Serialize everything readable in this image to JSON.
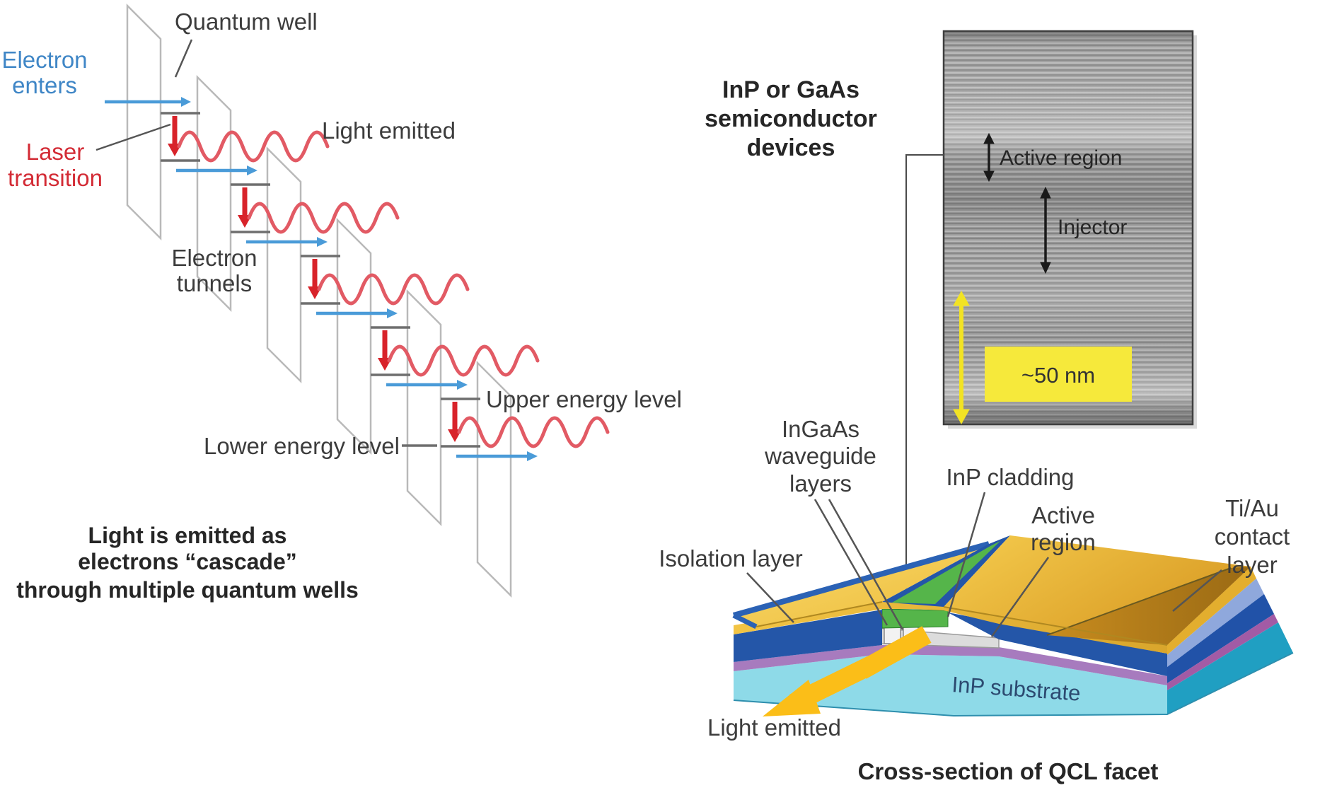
{
  "left_diagram": {
    "quantum_well": "Quantum well",
    "electron_enters_line1": "Electron",
    "electron_enters_line2": "enters",
    "laser_transition_line1": "Laser",
    "laser_transition_line2": "transition",
    "light_emitted": "Light emitted",
    "electron_tunnels_line1": "Electron",
    "electron_tunnels_line2": "tunnels",
    "upper_energy_level": "Upper energy level",
    "lower_energy_level": "Lower energy level",
    "caption_line1": "Light is emitted as",
    "caption_line2": "electrons “cascade”",
    "caption_line3": "through multiple quantum wells"
  },
  "right_diagram": {
    "heading_line1": "InP or GaAs",
    "heading_line2": "semiconductor",
    "heading_line3": "devices",
    "sem": {
      "active_region": "Active region",
      "injector": "Injector",
      "scale_label": "~50 nm"
    },
    "labels": {
      "ingaas_line1": "InGaAs",
      "ingaas_line2": "waveguide",
      "ingaas_line3": "layers",
      "isolation_layer": "Isolation layer",
      "inp_cladding": "InP cladding",
      "active_region_line1": "Active",
      "active_region_line2": "region",
      "tiau_line1": "Ti/Au",
      "tiau_line2": "contact",
      "tiau_line3": "layer",
      "inp_substrate": "InP substrate",
      "light_emitted": "Light emitted"
    },
    "caption": "Cross-section of QCL facet"
  },
  "colors": {
    "label_text": "#3c3c3c",
    "blue_text": "#3f86c6",
    "red_text": "#d32b35",
    "photon_wave": "#e25a64",
    "laser_arrow": "#d8232a",
    "electron_arrow": "#4a9bd8",
    "well_panel": "#b9b9b9",
    "gold_contact": "#efbe3e",
    "isolation_blue": "#2456a8",
    "cladding_green": "#55b54a",
    "waveguide_purple": "#a77bbe",
    "substrate_cyan": "#8edae8",
    "substrate_teal": "#209fc2",
    "scale_yellow": "#f6e93b",
    "light_arrow_yellow": "#fbbe18"
  }
}
